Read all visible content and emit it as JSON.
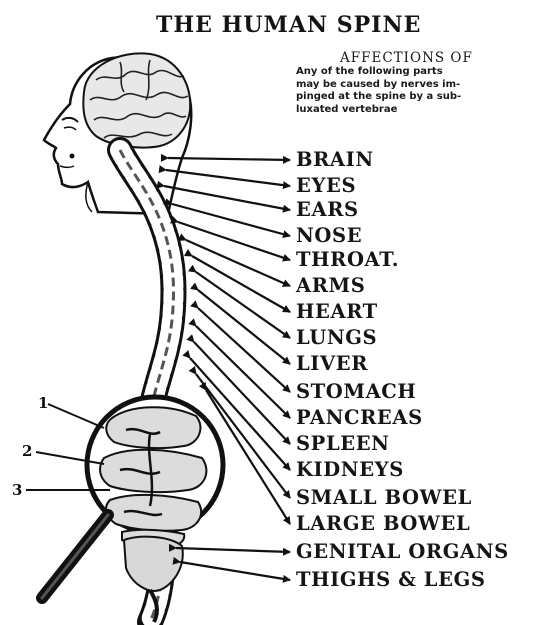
{
  "title": "THE HUMAN SPINE",
  "affections": {
    "heading": "AFFECTIONS OF",
    "lines": [
      "Any of the following parts",
      "may be caused by nerves im-",
      "pinged at the spine by a sub-",
      "luxated vertebrae"
    ]
  },
  "organs": [
    "BRAIN",
    "EYES",
    "EARS",
    "NOSE",
    "THROAT.",
    "ARMS",
    "HEART",
    "LUNGS",
    "LIVER",
    "STOMACH",
    "PANCREAS",
    "SPLEEN",
    "KIDNEYS",
    "SMALL BOWEL",
    "LARGE BOWEL",
    "GENITAL ORGANS",
    "THIGHS & LEGS"
  ],
  "markers": [
    "1",
    "2",
    "3"
  ]
}
